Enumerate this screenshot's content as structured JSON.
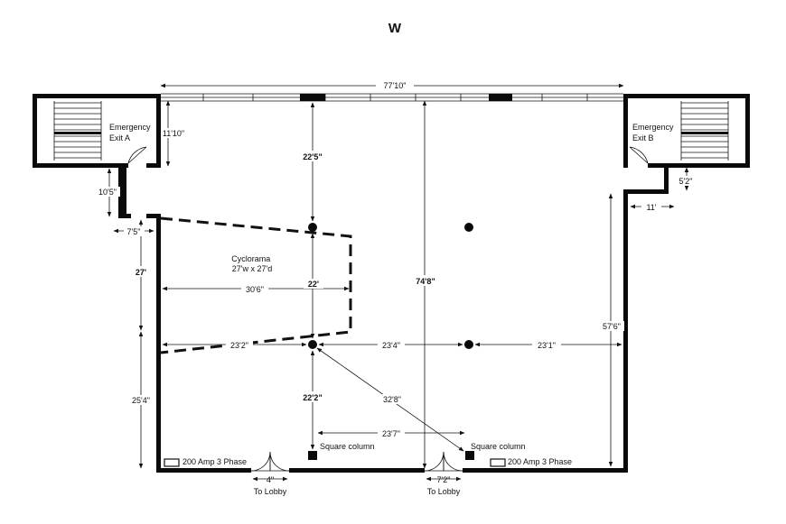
{
  "compass": "W",
  "rooms": {
    "exit_a": [
      "Emergency",
      "Exit A"
    ],
    "exit_b": [
      "Emergency",
      "Exit B"
    ],
    "cyclorama": [
      "Cyclorama",
      "27'w x 27'd"
    ]
  },
  "labels": {
    "square_column_left": "Square column",
    "square_column_right": "Square column",
    "power_left": "200 Amp 3 Phase",
    "power_right": "200 Amp 3 Phase",
    "lobby_left": "To Lobby",
    "lobby_right": "To Lobby"
  },
  "dimensions": {
    "overall_width": "77'10\"",
    "exit_a_height": "11'10\"",
    "exit_a_offset": "10'5\"",
    "left_jog": "7'5\"",
    "top_to_column": "22'5\"",
    "exit_b_offset": "5'2\"",
    "exit_b_width": "11'",
    "left_upper": "27'",
    "cyclo_depth": "30'6\"",
    "column_spacing_vertical": "22'",
    "overall_depth": "74'8\"",
    "right_wall": "57'6\"",
    "left_to_column": "23'2\"",
    "column_to_column": "23'4\"",
    "column_to_right": "23'1\"",
    "left_lower": "25'4\"",
    "column_to_bottom": "22'2\"",
    "diagonal": "32'8\"",
    "square_columns": "23'7\"",
    "door_left": "4\"",
    "door_right": "7'2\""
  }
}
